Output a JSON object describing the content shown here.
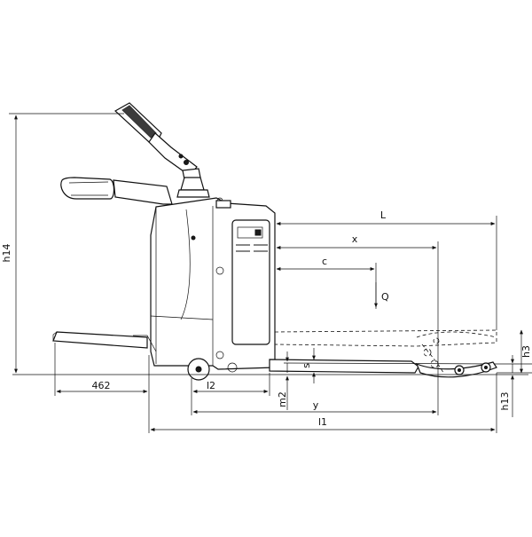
{
  "dimensions": {
    "L": "L",
    "x": "x",
    "c": "c",
    "Q": "Q",
    "h14": "h14",
    "h3": "h3",
    "h13": "h13",
    "s": "s",
    "m2": "m2",
    "l2": "l2",
    "y": "y",
    "l1": "l1",
    "rear_length": "462"
  },
  "colors": {
    "line": "#111111",
    "background": "#ffffff"
  }
}
